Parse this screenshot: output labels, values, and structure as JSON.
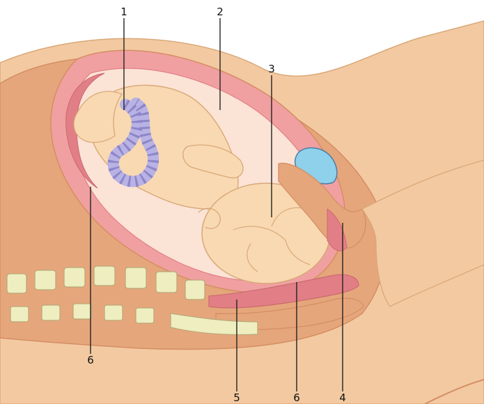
{
  "figure": {
    "labels": [
      {
        "id": "umbilical-cord",
        "text": "1"
      },
      {
        "id": "uterine-wall",
        "text": "2"
      },
      {
        "id": "fetal-head",
        "text": "3"
      },
      {
        "id": "cervix",
        "text": "4"
      },
      {
        "id": "vagina",
        "text": "5"
      },
      {
        "id": "membranes-upper",
        "text": "6"
      },
      {
        "id": "membranes-lower",
        "text": "6"
      }
    ]
  },
  "colors": {
    "background": "#ffffff",
    "skin": "#f3c9a2",
    "tissue": "#e6a67b",
    "tissue_dark": "#d48e63",
    "uterus": "#f0a0a0",
    "uterus_dark": "#e27f86",
    "amniotic": "#fbe3d6",
    "fetus": "#f8d9b2",
    "fetus_line": "#d9a877",
    "cord": "#b9b2e4",
    "cord_stripe": "#8c86c9",
    "bladder": "#8fd0ea",
    "bone": "#eeeec0",
    "bone_line": "#b9a777"
  }
}
